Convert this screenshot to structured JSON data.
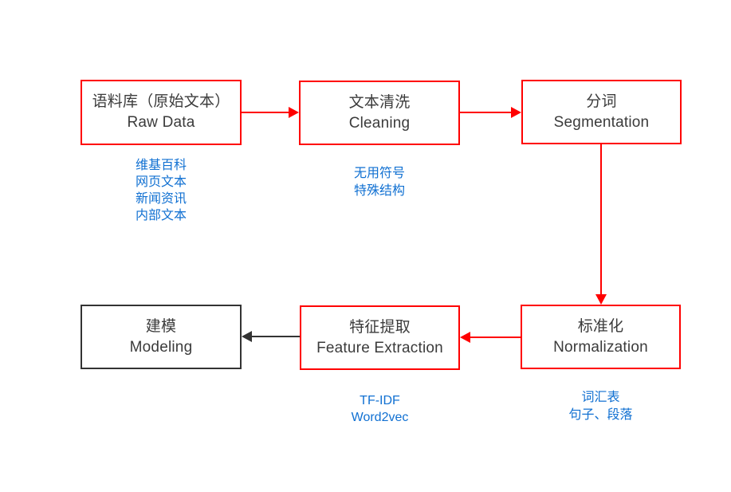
{
  "colors": {
    "flow-red": "#ff0000",
    "flow-dark": "#333333",
    "box-text": "#3b3b3b",
    "note-blue": "#1070d2"
  },
  "nodes": [
    {
      "id": "raw-data",
      "zh": "语料库（原始文本）",
      "en": "Raw Data",
      "border": "red"
    },
    {
      "id": "cleaning",
      "zh": "文本清洗",
      "en": "Cleaning",
      "border": "red"
    },
    {
      "id": "segmentation",
      "zh": "分词",
      "en": "Segmentation",
      "border": "red"
    },
    {
      "id": "normalization",
      "zh": "标准化",
      "en": "Normalization",
      "border": "red"
    },
    {
      "id": "feature-extraction",
      "zh": "特征提取",
      "en": "Feature Extraction",
      "border": "red"
    },
    {
      "id": "modeling",
      "zh": "建模",
      "en": "Modeling",
      "border": "dark"
    }
  ],
  "notes": {
    "raw_data": [
      "维基百科",
      "网页文本",
      "新闻资讯",
      "内部文本"
    ],
    "cleaning": [
      "无用符号",
      "特殊结构"
    ],
    "feature_extraction": [
      "TF-IDF",
      "Word2vec"
    ],
    "normalization": [
      "词汇表",
      "句子、段落"
    ]
  },
  "edges": [
    {
      "from": "raw-data",
      "to": "cleaning",
      "color": "red",
      "direction": "right"
    },
    {
      "from": "cleaning",
      "to": "segmentation",
      "color": "red",
      "direction": "right"
    },
    {
      "from": "segmentation",
      "to": "normalization",
      "color": "red",
      "direction": "down"
    },
    {
      "from": "normalization",
      "to": "feature-extraction",
      "color": "red",
      "direction": "left"
    },
    {
      "from": "feature-extraction",
      "to": "modeling",
      "color": "dark",
      "direction": "left"
    }
  ]
}
